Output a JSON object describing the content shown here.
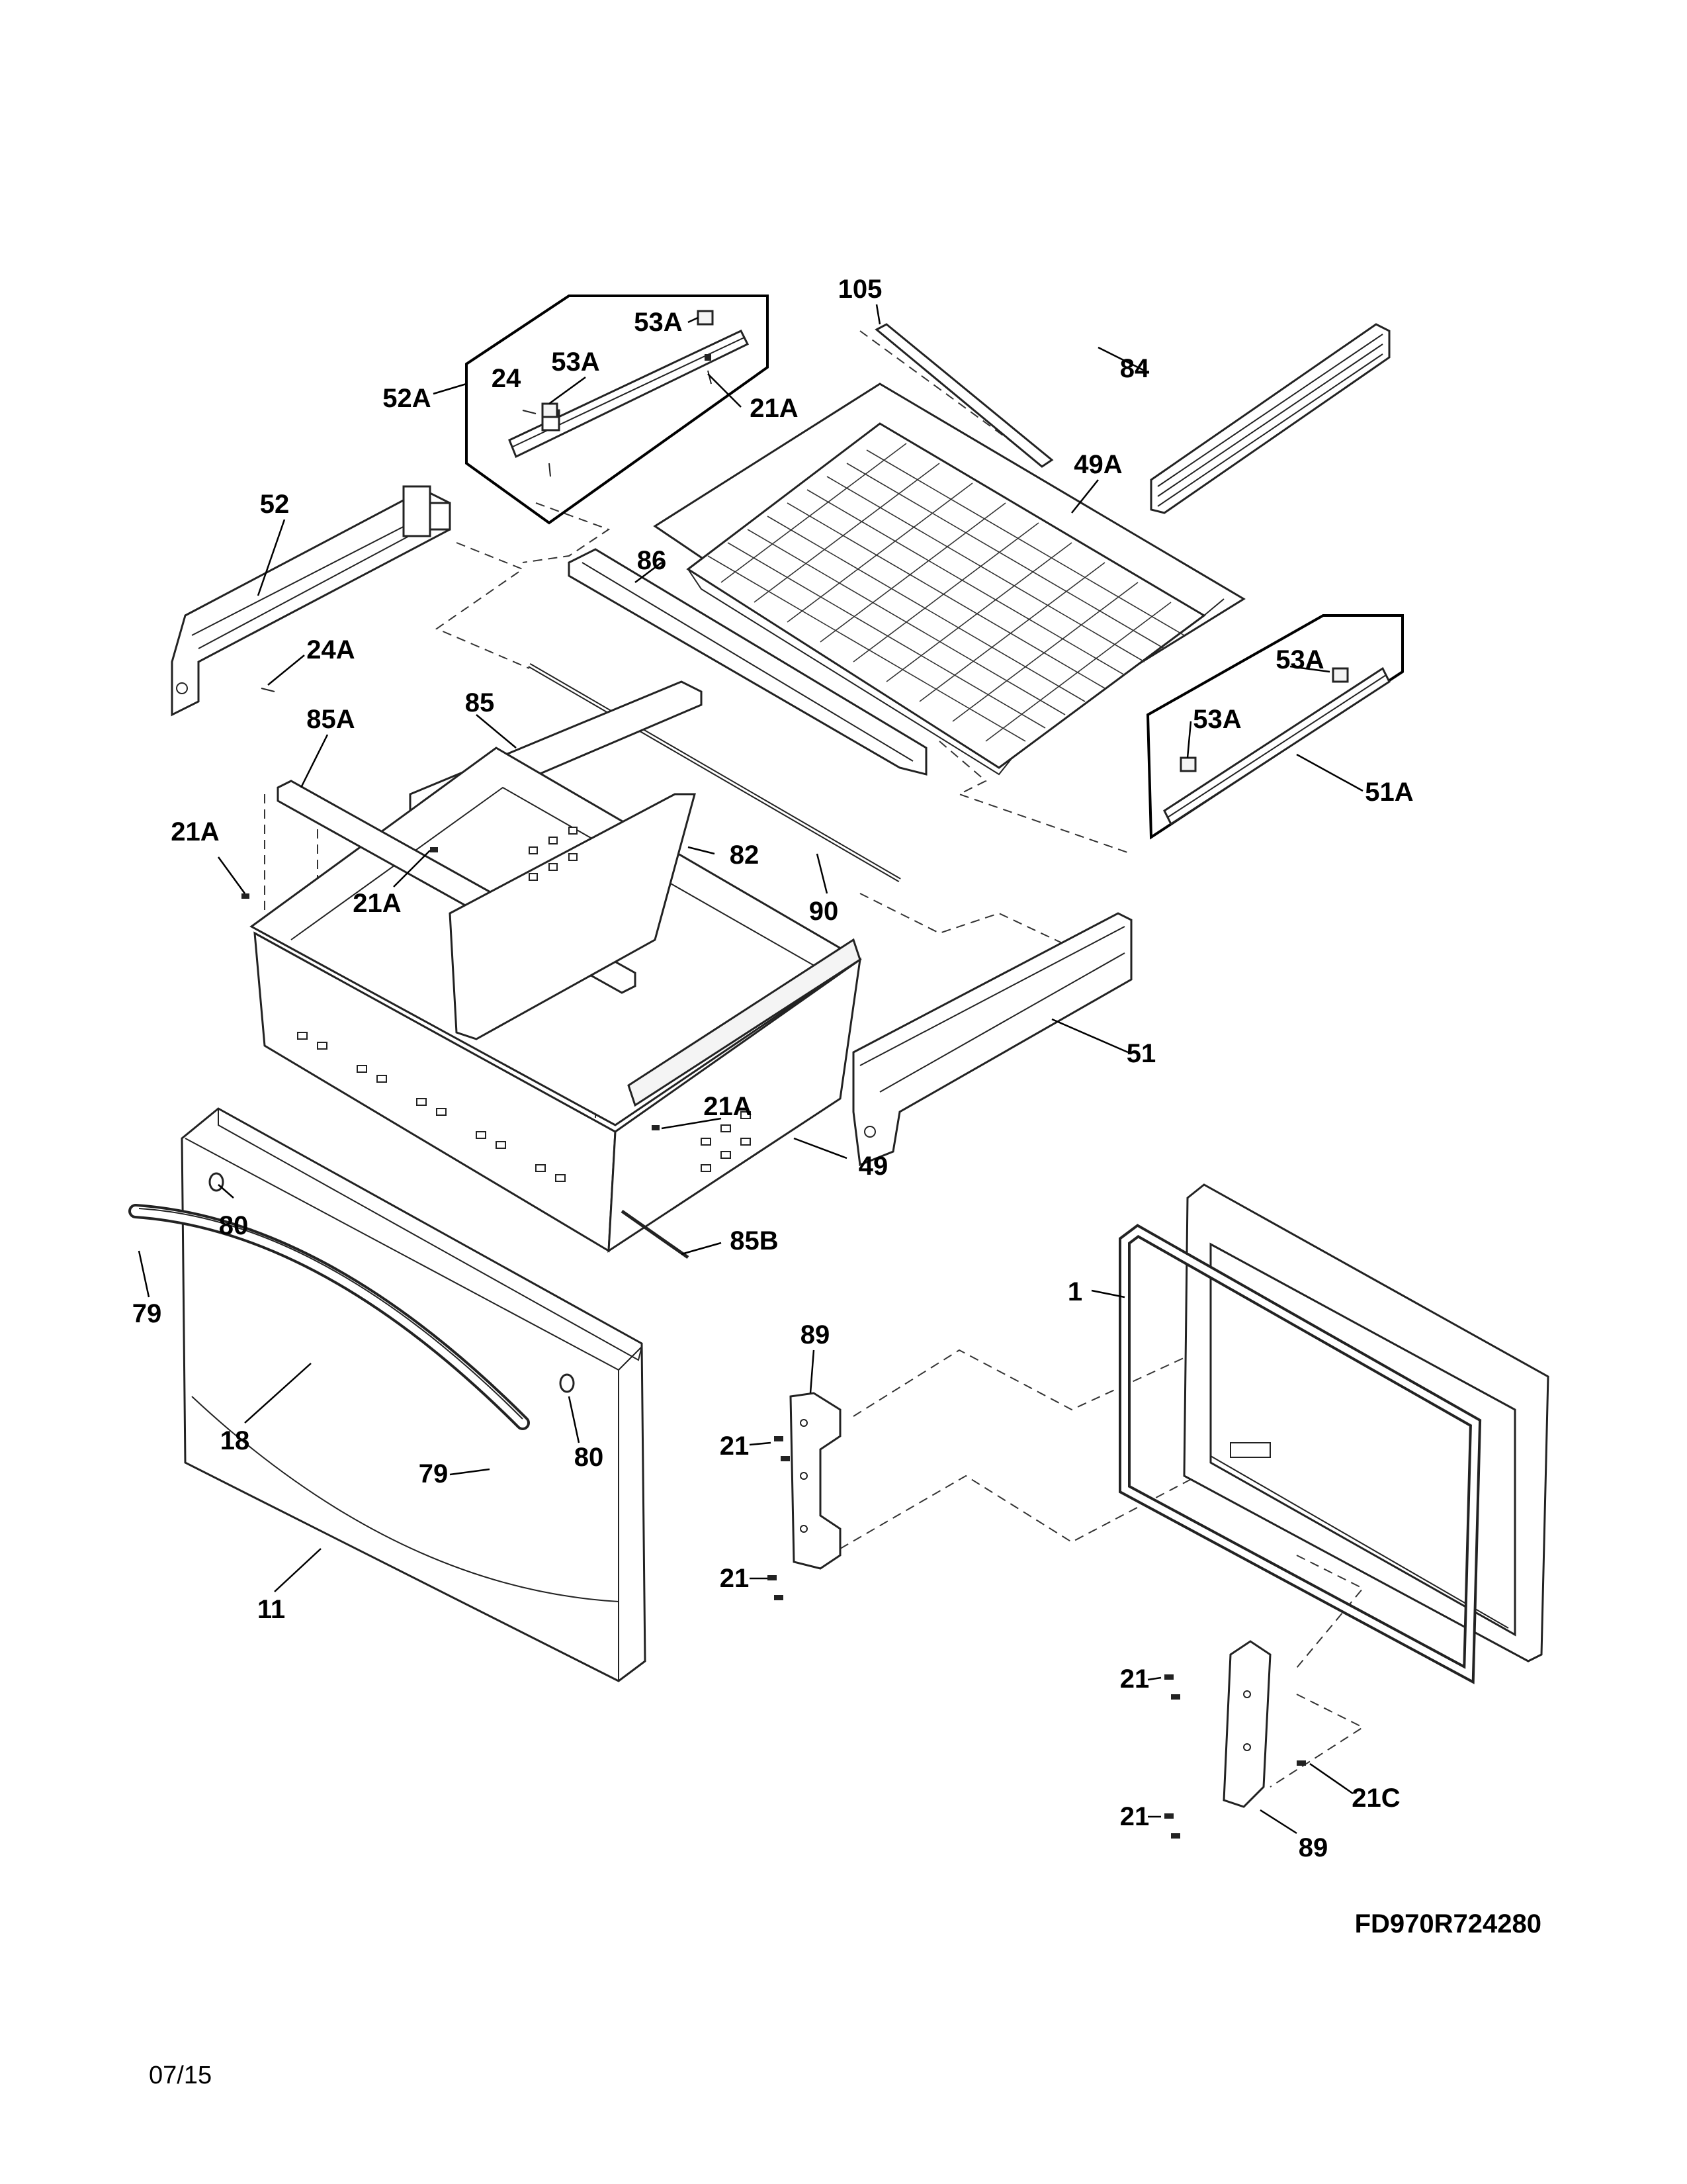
{
  "callouts": {
    "c105": "105",
    "c53A_a": "53A",
    "c53A_b": "53A",
    "c24": "24",
    "c52A": "52A",
    "c21A_a": "21A",
    "c84": "84",
    "c49A": "49A",
    "c52": "52",
    "c86": "86",
    "c24A": "24A",
    "c53A_c": "53A",
    "c53A_d": "53A",
    "c51A": "51A",
    "c85A": "85A",
    "c85": "85",
    "c82": "82",
    "c21A_b": "21A",
    "c21A_c": "21A",
    "c90": "90",
    "c51": "51",
    "c21A_d": "21A",
    "c49": "49",
    "c80_a": "80",
    "c85B": "85B",
    "c79_a": "79",
    "c1": "1",
    "c89_a": "89",
    "c18": "18",
    "c79_b": "79",
    "c80_b": "80",
    "c21_a": "21",
    "c21_b": "21",
    "c11": "11",
    "c21_c": "21",
    "c21C": "21C",
    "c21_d": "21",
    "c89_b": "89"
  },
  "model_number": "FD970R724280",
  "revision_date": "07/15"
}
